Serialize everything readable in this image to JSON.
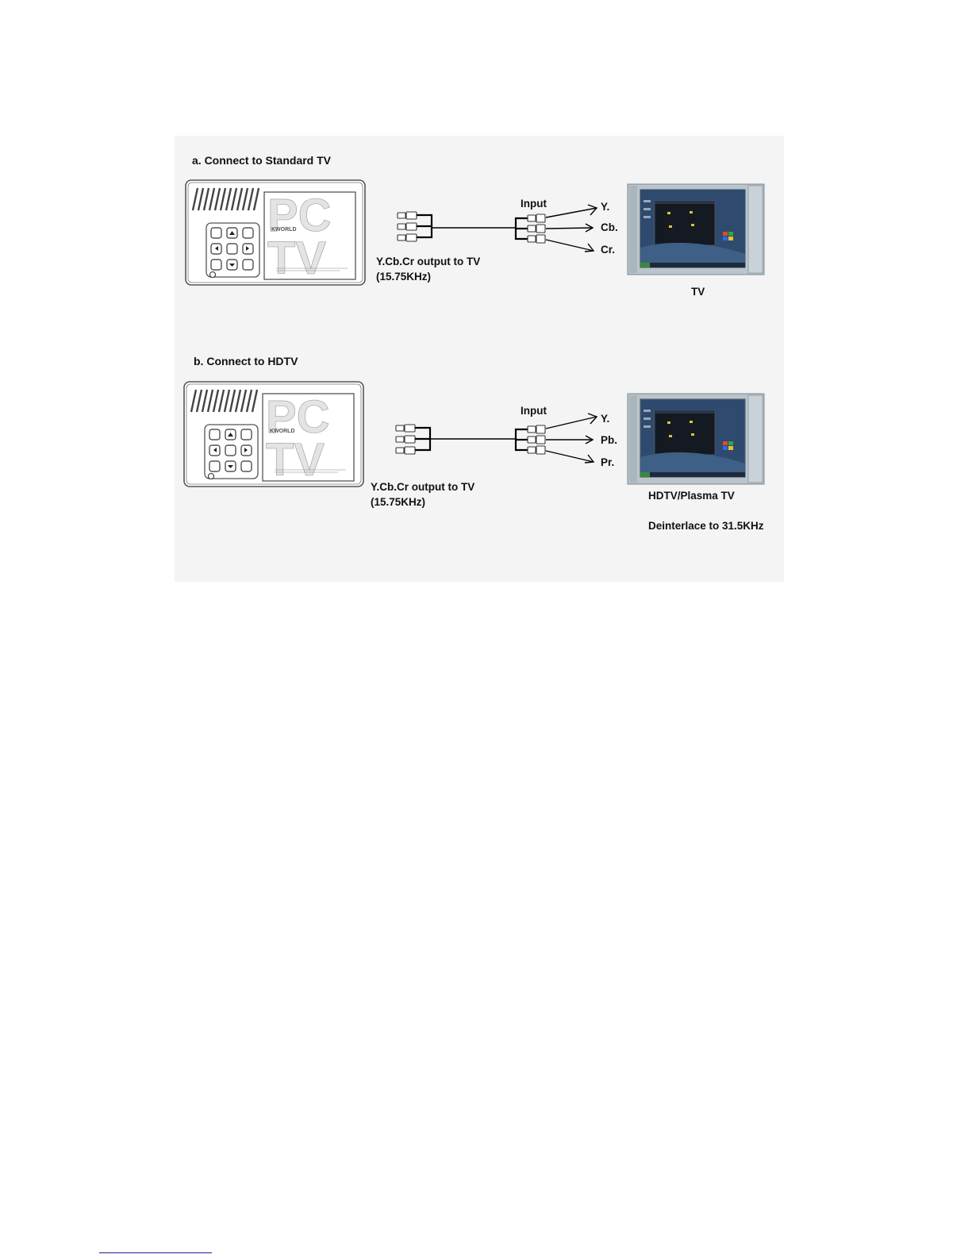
{
  "sections": [
    {
      "title": "a. Connect to Standard TV",
      "output_line1": "Y.Cb.Cr output to TV",
      "output_line2": "(15.75KHz)",
      "input_label": "Input",
      "signals": [
        "Y.",
        "Cb.",
        "Cr."
      ],
      "tv_label": "TV",
      "tv_note": ""
    },
    {
      "title": "b. Connect to HDTV",
      "output_line1": "Y.Cb.Cr output to TV",
      "output_line2": "(15.75KHz)",
      "input_label": "Input",
      "signals": [
        "Y.",
        "Pb.",
        "Pr."
      ],
      "tv_label": "HDTV/Plasma TV",
      "tv_note": "Deinterlace to 31.5KHz"
    }
  ],
  "device": {
    "logo_line1": "PC",
    "logo_line2": "TV",
    "brand": "KWORLD"
  }
}
